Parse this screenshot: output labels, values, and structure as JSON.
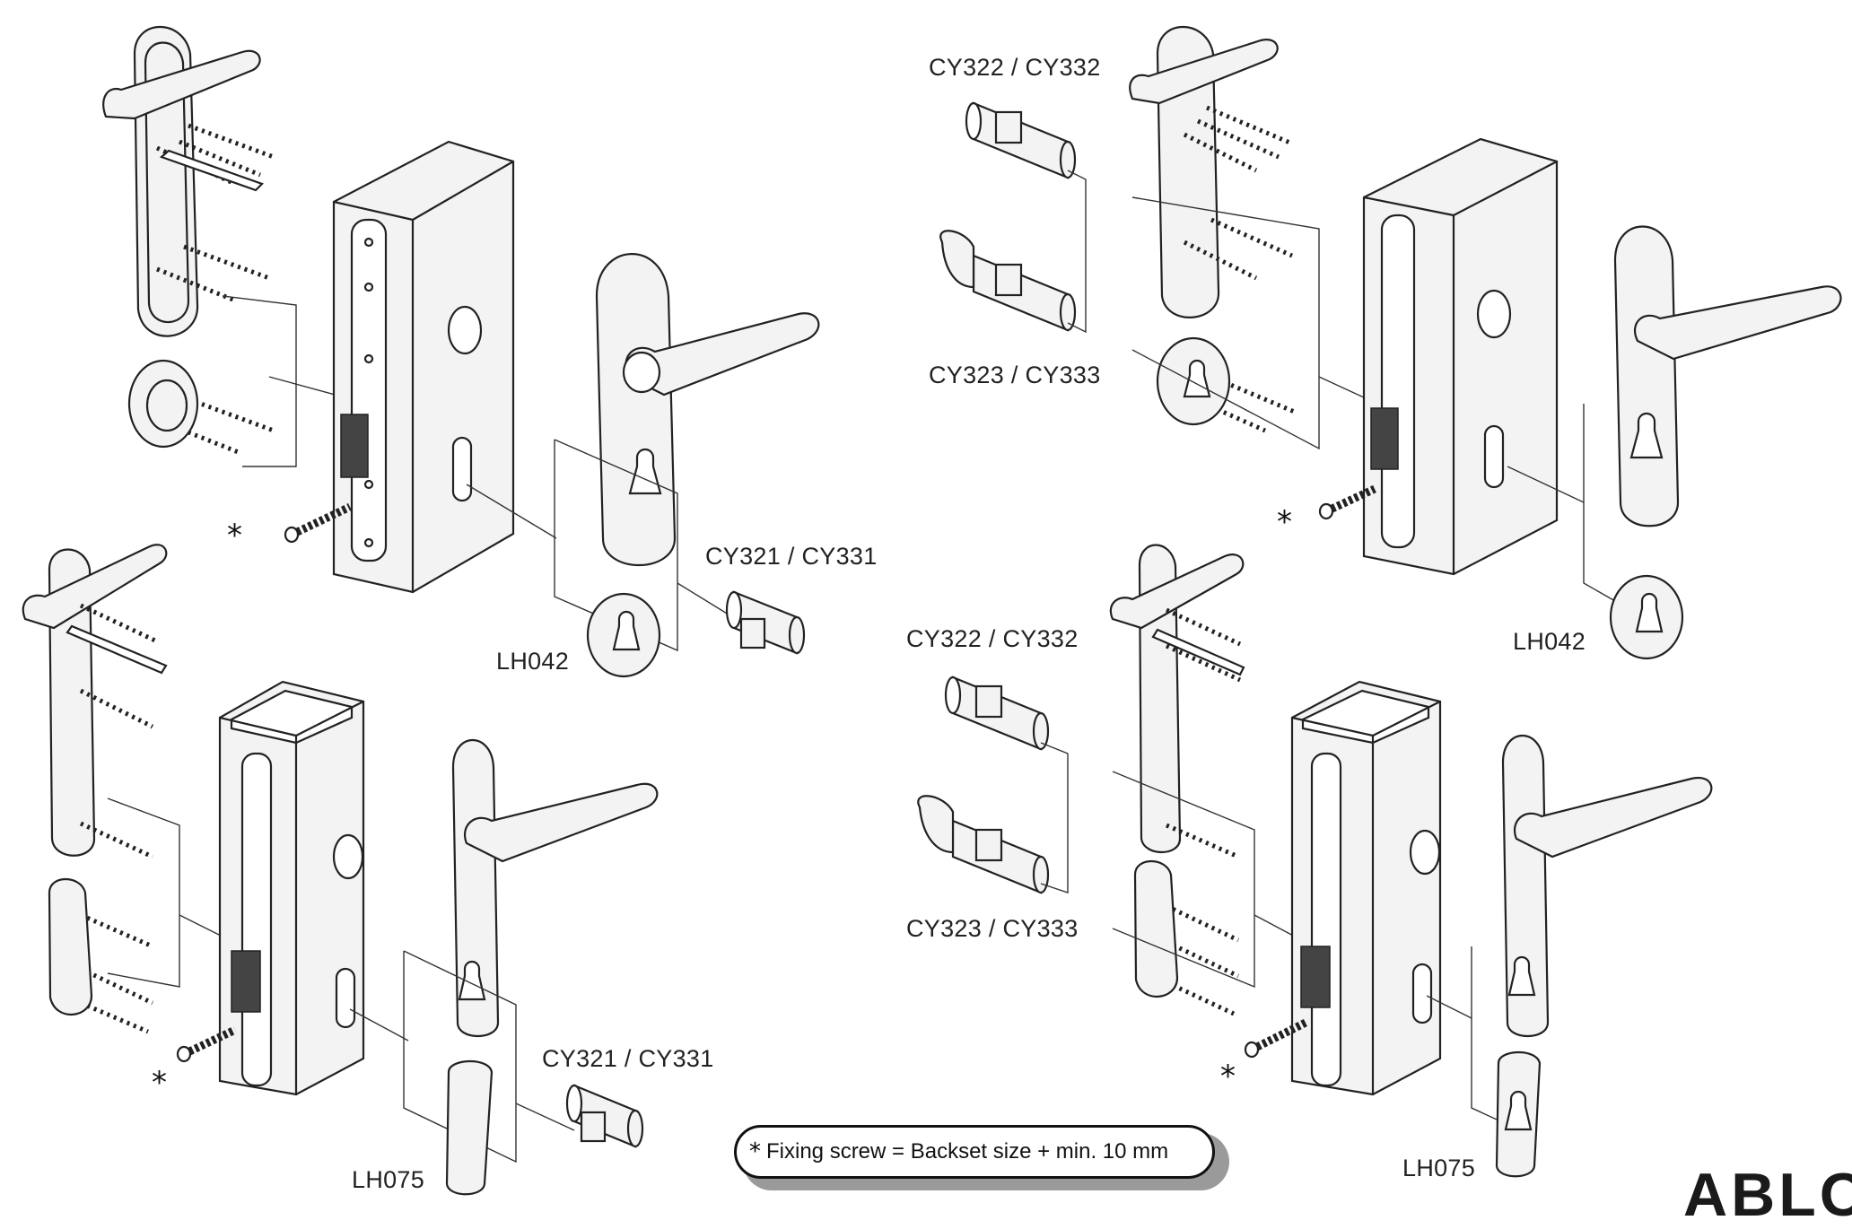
{
  "labels": {
    "cy321_cy331_top": "CY321 / CY331",
    "cy321_cy331_bottom": "CY321 / CY331",
    "cy322_cy332_top": "CY322 / CY332",
    "cy323_cy333_top": "CY323 / CY333",
    "cy322_cy332_bottom": "CY322 / CY332",
    "cy323_cy333_bottom": "CY323 / CY333",
    "lh042_left": "LH042",
    "lh042_right": "LH042",
    "lh075_left": "LH075",
    "lh075_right": "LH075"
  },
  "asterisk": "*",
  "note": {
    "symbol": "*",
    "text": "Fixing screw = Backset size + min. 10 mm"
  },
  "brand": "ABLOY"
}
